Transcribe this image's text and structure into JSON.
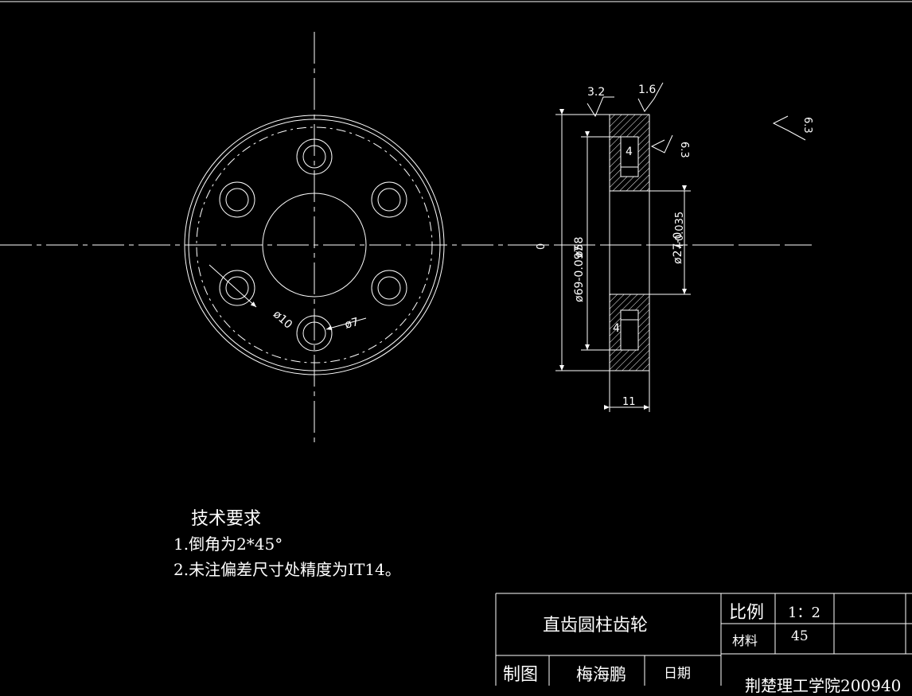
{
  "colors": {
    "background": "#000000",
    "line": "#ffffff"
  },
  "front_view": {
    "dim_hole_pcd": "ø10",
    "dim_hole": "ø7"
  },
  "side_view": {
    "roughness_left": "3.2",
    "roughness_right": "1.6",
    "roughness_side": "6.3",
    "roughness_general": "6.3",
    "dim_outer": "ø69-0.097",
    "dim_outer_upper": "0",
    "dim_pitch": "ø58",
    "dim_bore": "ø27-0",
    "dim_bore_upper": "+0.035",
    "dim_groove_top": "4",
    "dim_groove_bottom": "4",
    "dim_width": "11"
  },
  "tech_requirements": {
    "title": "技术要求",
    "items": [
      "1.倒角为2*45°",
      "2.未注偏差尺寸处精度为IT14。"
    ]
  },
  "title_block": {
    "part_name": "直齿圆柱齿轮",
    "scale_label": "比例",
    "scale_value": "1：2",
    "material_label": "材料",
    "material_value": "45",
    "drawn_label": "制图",
    "drawn_by": "梅海鹏",
    "date_label": "日期",
    "school": "荆楚理工学院200940"
  }
}
